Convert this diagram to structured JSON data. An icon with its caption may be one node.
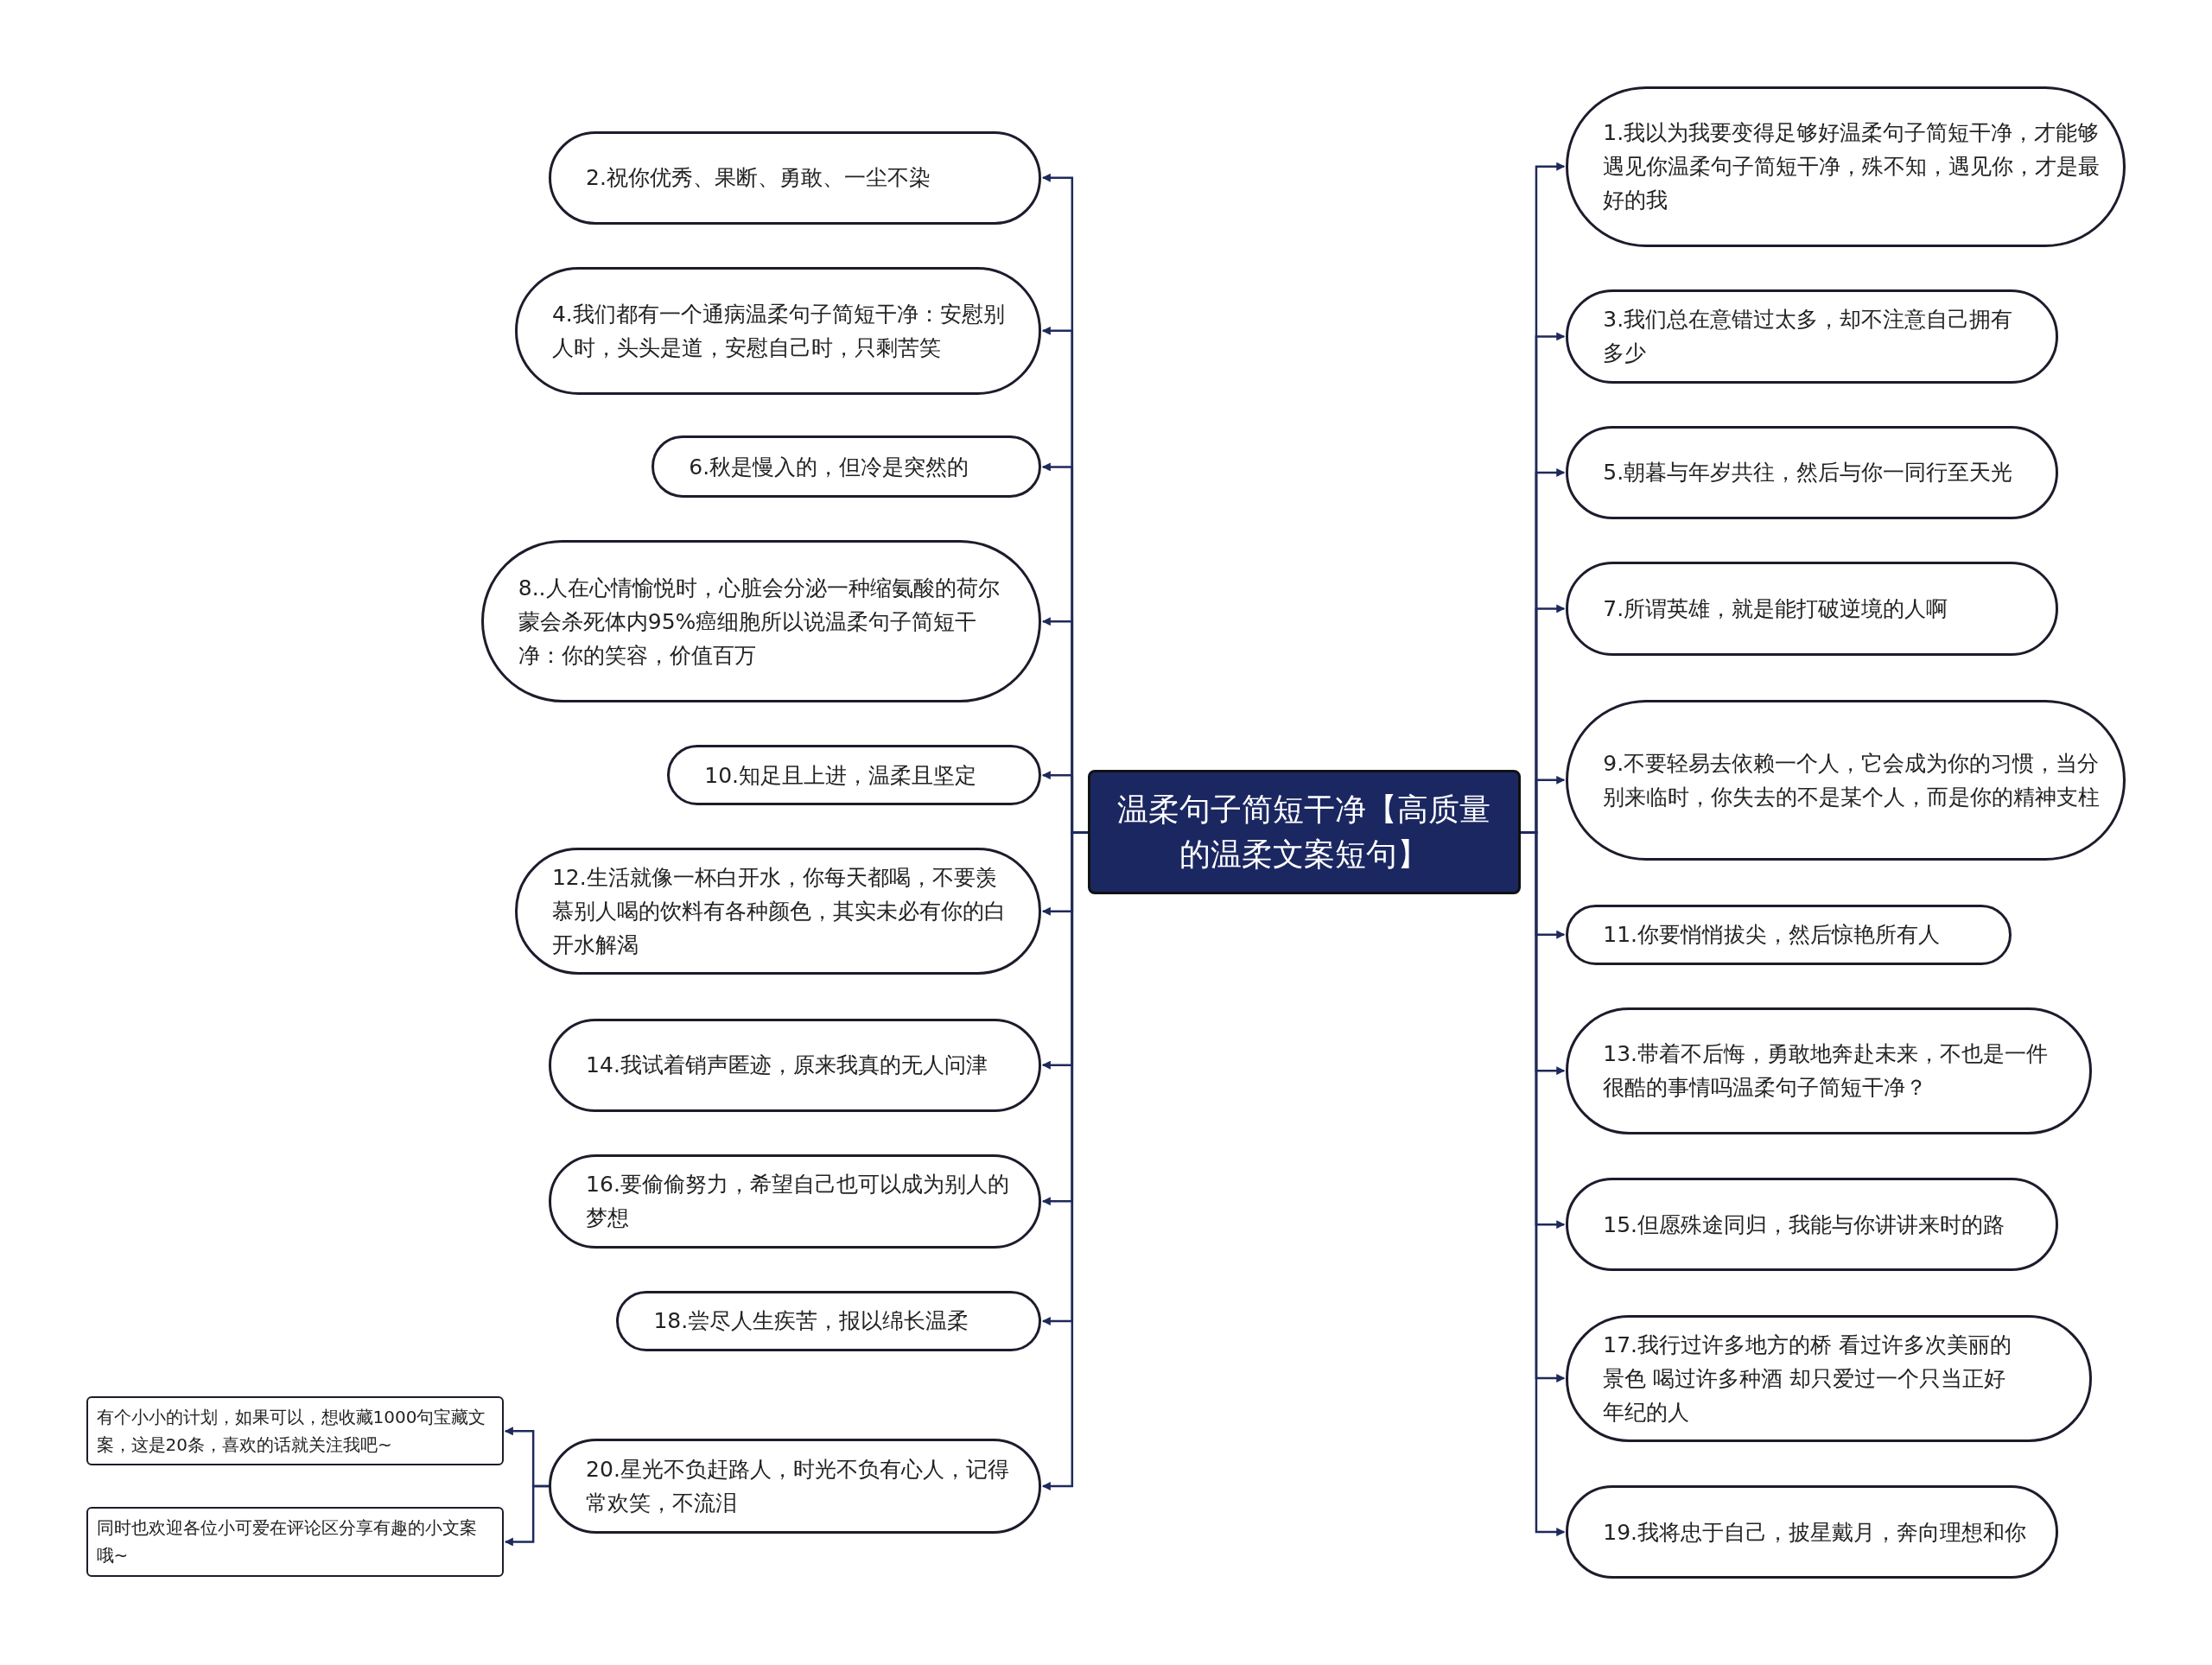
{
  "diagram": {
    "nodes": [
      {
        "text": [
          "温柔句子简短干净【高质量的温柔文案短句】"
        ]
      },
      {
        "text": [
          "1.我以为我要变得足够好温柔句子简短干净，才能够遇见你温柔句子简短干净，殊不知，遇见你，才是最好的我"
        ]
      },
      {
        "text": [
          "2.祝你优秀、果断、勇敢、一尘不染"
        ]
      },
      {
        "text": [
          "3.我们总在意错过太多，却不注意自己拥有多少"
        ]
      },
      {
        "text": [
          "4.我们都有一个通病温柔句子简短干净：安慰别人时，头头是道，安慰自己时，只剩苦笑"
        ]
      },
      {
        "text": [
          "5.朝暮与年岁共往，然后与你一同行至天光"
        ]
      },
      {
        "text": [
          "6.秋是慢入的，但冷是突然的"
        ]
      },
      {
        "text": [
          "7.所谓英雄，就是能打破逆境的人啊"
        ]
      },
      {
        "text": [
          "8..人在心情愉悦时，心脏会分泌一种缩氨酸的荷尔蒙会杀死体内95%癌细胞所以说温柔句子简短干净：你的笑容，价值百万"
        ]
      },
      {
        "text": [
          "9.不要轻易去依赖一个人，它会成为你的习惯，当分别来临时，你失去的不是某个人，而是你的精神支柱"
        ]
      },
      {
        "text": [
          "10.知足且上进，温柔且坚定"
        ]
      },
      {
        "text": [
          "11.你要悄悄拔尖，然后惊艳所有人"
        ]
      },
      {
        "text": [
          "12.生活就像一杯白开水，你每天都喝，不要羡慕别人喝的饮料有各种颜色，其实未必有你的白开水解渴"
        ]
      },
      {
        "text": [
          "13.带着不后悔，勇敢地奔赴未来，不也是一件很酷的事情吗温柔句子简短干净？"
        ]
      },
      {
        "text": [
          "14.我试着销声匿迹，原来我真的无人问津"
        ]
      },
      {
        "text": [
          "15.但愿殊途同归，我能与你讲讲来时的路"
        ]
      },
      {
        "text": [
          "16.要偷偷努力，希望自己也可以成为别人的梦想"
        ]
      },
      {
        "text": [
          "17.我行过许多地方的桥 看过许多次美丽的景色 喝过许多种酒 却只爱过一个只当正好年纪的人"
        ]
      },
      {
        "text": [
          "18.尝尽人生疾苦，报以绵长温柔"
        ]
      },
      {
        "text": [
          "19.我将忠于自己，披星戴月，奔向理想和你"
        ]
      },
      {
        "text": [
          "20.星光不负赶路人，时光不负有心人，记得常欢笑，不流泪"
        ]
      },
      {
        "text": [
          "有个小小的计划，如果可以，想收藏1000句宝藏文案，这是20条，喜欢的话就关注我吧~"
        ]
      },
      {
        "text": [
          "同时也欢迎各位小可爱在评论区分享有趣的小文案哦~"
        ]
      }
    ],
    "edges": [
      {
        "from": 0,
        "to": 1,
        "arrow": "to"
      },
      {
        "from": 0,
        "to": 2,
        "arrow": "to"
      },
      {
        "from": 0,
        "to": 3,
        "arrow": "to"
      },
      {
        "from": 0,
        "to": 4,
        "arrow": "to"
      },
      {
        "from": 0,
        "to": 5,
        "arrow": "to"
      },
      {
        "from": 0,
        "to": 6,
        "arrow": "to"
      },
      {
        "from": 0,
        "to": 7,
        "arrow": "to"
      },
      {
        "from": 0,
        "to": 8,
        "arrow": "to"
      },
      {
        "from": 0,
        "to": 9,
        "arrow": "to"
      },
      {
        "from": 0,
        "to": 10,
        "arrow": "to"
      },
      {
        "from": 0,
        "to": 11,
        "arrow": "to"
      },
      {
        "from": 0,
        "to": 12,
        "arrow": "to"
      },
      {
        "from": 0,
        "to": 13,
        "arrow": "to"
      },
      {
        "from": 0,
        "to": 14,
        "arrow": "to"
      },
      {
        "from": 0,
        "to": 15,
        "arrow": "to"
      },
      {
        "from": 0,
        "to": 16,
        "arrow": "to"
      },
      {
        "from": 0,
        "to": 17,
        "arrow": "to"
      },
      {
        "from": 0,
        "to": 18,
        "arrow": "to"
      },
      {
        "from": 0,
        "to": 19,
        "arrow": "to"
      },
      {
        "from": 0,
        "to": 20,
        "arrow": "to"
      },
      {
        "from": 20,
        "to": 21,
        "arrow": "to"
      },
      {
        "from": 20,
        "to": 22,
        "arrow": "to"
      }
    ]
  }
}
